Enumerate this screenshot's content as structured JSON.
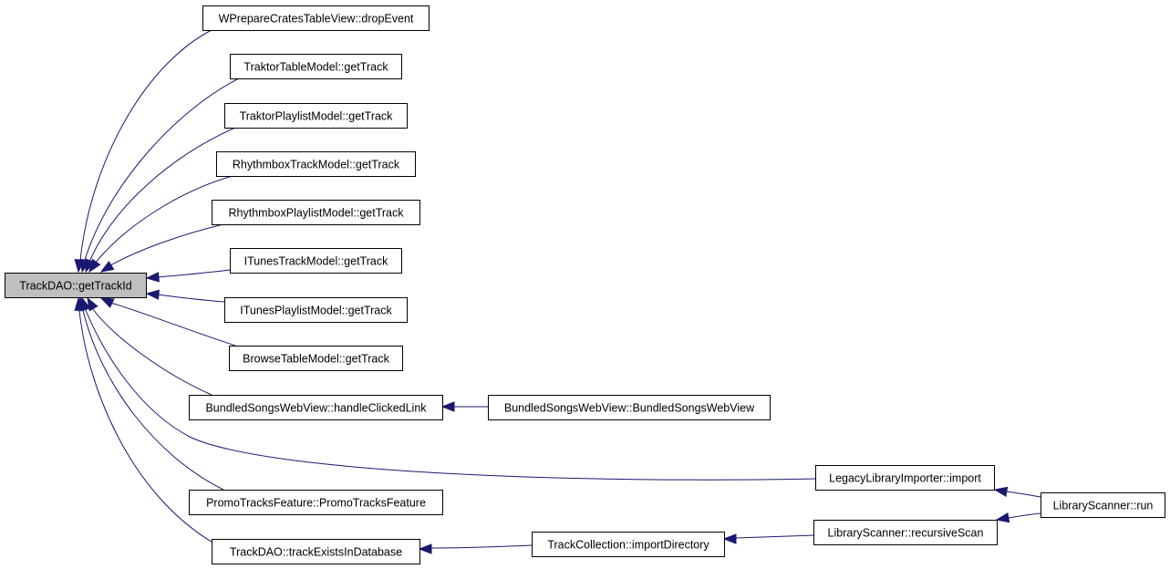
{
  "graph": {
    "nodes": [
      {
        "id": "root",
        "label": "TrackDAO::getTrackId",
        "highlighted": true
      },
      {
        "id": "n1",
        "label": "WPrepareCratesTableView::dropEvent"
      },
      {
        "id": "n2",
        "label": "TraktorTableModel::getTrack"
      },
      {
        "id": "n3",
        "label": "TraktorPlaylistModel::getTrack"
      },
      {
        "id": "n4",
        "label": "RhythmboxTrackModel::getTrack"
      },
      {
        "id": "n5",
        "label": "RhythmboxPlaylistModel::getTrack"
      },
      {
        "id": "n6",
        "label": "ITunesTrackModel::getTrack"
      },
      {
        "id": "n7",
        "label": "ITunesPlaylistModel::getTrack"
      },
      {
        "id": "n8",
        "label": "BrowseTableModel::getTrack"
      },
      {
        "id": "n9",
        "label": "BundledSongsWebView::handleClickedLink"
      },
      {
        "id": "n10",
        "label": "BundledSongsWebView::BundledSongsWebView"
      },
      {
        "id": "n11",
        "label": "LegacyLibraryImporter::import"
      },
      {
        "id": "n12",
        "label": "PromoTracksFeature::PromoTracksFeature"
      },
      {
        "id": "n13",
        "label": "TrackDAO::trackExistsInDatabase"
      },
      {
        "id": "n14",
        "label": "TrackCollection::importDirectory"
      },
      {
        "id": "n15",
        "label": "LibraryScanner::recursiveScan"
      },
      {
        "id": "n16",
        "label": "LibraryScanner::run"
      }
    ],
    "edges": [
      {
        "from": "n1",
        "to": "root"
      },
      {
        "from": "n2",
        "to": "root"
      },
      {
        "from": "n3",
        "to": "root"
      },
      {
        "from": "n4",
        "to": "root"
      },
      {
        "from": "n5",
        "to": "root"
      },
      {
        "from": "n6",
        "to": "root"
      },
      {
        "from": "n7",
        "to": "root"
      },
      {
        "from": "n8",
        "to": "root"
      },
      {
        "from": "n9",
        "to": "root"
      },
      {
        "from": "n11",
        "to": "root"
      },
      {
        "from": "n12",
        "to": "root"
      },
      {
        "from": "n13",
        "to": "root"
      },
      {
        "from": "n10",
        "to": "n9"
      },
      {
        "from": "n16",
        "to": "n11"
      },
      {
        "from": "n14",
        "to": "n13"
      },
      {
        "from": "n15",
        "to": "n14"
      },
      {
        "from": "n16",
        "to": "n15"
      }
    ],
    "colors": {
      "edge": "#191970",
      "root_fill": "#bfbfbf",
      "node_fill": "#ffffff",
      "node_stroke": "#000000"
    }
  }
}
